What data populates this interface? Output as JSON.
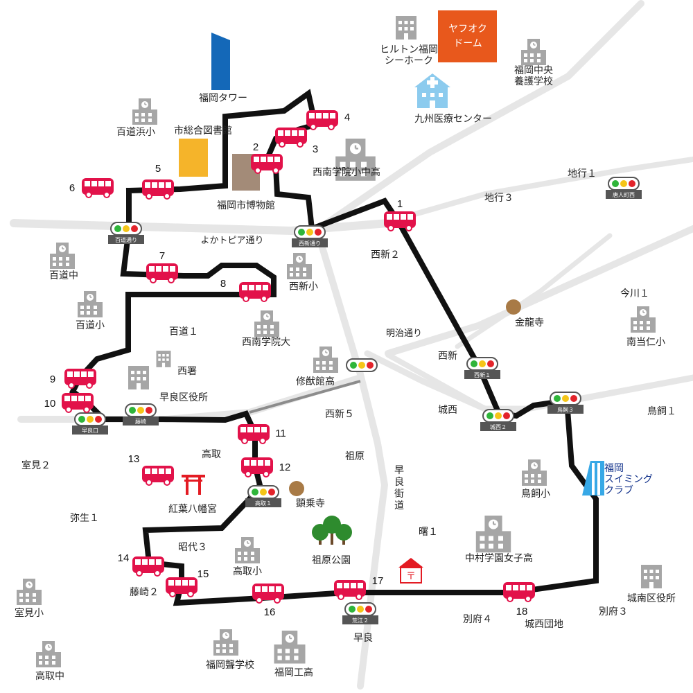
{
  "colors": {
    "route": "#111111",
    "bus": "#e2124a",
    "road": "#e6e6e6",
    "building": "#a6a6a6",
    "tower": "#1468b8",
    "dome": "#e8581c",
    "library": "#f5b42a",
    "museum": "#a38b78",
    "hospital": "#8ccbee",
    "temple": "#a87a46",
    "park": "#2e8b2e",
    "shrine": "#e31b23",
    "pool": "#37a8e6",
    "pool_text": "#10308a",
    "signal_light_green": "#2fb53a",
    "signal_light_yellow": "#f5c518",
    "signal_light_red": "#e3242b"
  },
  "landmarks": {
    "fukuoka_tower": "福岡タワー",
    "yafuoku_dome_line1": "ヤフオク",
    "yafuoku_dome_line2": "ドーム",
    "hilton_line1": "ヒルトン福岡",
    "hilton_line2": "シーホーク",
    "chuo_yogo_line1": "福岡中央",
    "chuo_yogo_line2": "養護学校",
    "kyushu_medical": "九州医療センター",
    "momochihama_elem": "百道浜小",
    "city_library": "市総合図書館",
    "city_museum": "福岡市博物館",
    "seinan_elem_junior": "西南学院小中高",
    "momochi_junior": "百道中",
    "momochi_elem": "百道小",
    "nishijin_elem": "西新小",
    "seinan_university": "西南学院大",
    "shuyukan": "修猷館高",
    "sawara_ward_office": "早良区役所",
    "nishisho": "西署",
    "kinryuji": "金龍寺",
    "minami_tojin_elem": "南当仁小",
    "torikai_elem": "鳥飼小",
    "swimming_line1": "福岡",
    "swimming_line2": "スイミング",
    "swimming_line3": "クラブ",
    "kenjoji": "顕乗寺",
    "momiji_hachimangu": "紅葉八幡宮",
    "sohara_park": "祖原公園",
    "takatori_elem": "高取小",
    "nakamura_gakuen": "中村学園女子高",
    "johnan_ward_office": "城南区役所",
    "muromi_elem": "室見小",
    "takatori_junior": "高取中",
    "fukuoka_deaf_school": "福岡聾学校",
    "fukuoka_tech_high": "福岡工高"
  },
  "areas": {
    "jigyo1": "地行１",
    "jigyo3": "地行３",
    "nishijin2": "西新２",
    "imagawa1": "今川１",
    "momochi1": "百道１",
    "nishijin": "西新",
    "josei": "城西",
    "torikai1": "鳥飼１",
    "nishijin5": "西新５",
    "takatori": "高取",
    "sohara": "祖原",
    "muromi2": "室見２",
    "yayoi1": "弥生１",
    "shodai3": "昭代３",
    "akebono1": "曙１",
    "fujisaki2": "藤崎２",
    "befu4": "別府４",
    "josei_danchi": "城西団地",
    "befu3": "別府３",
    "sawara": "早良"
  },
  "roads": {
    "yokatopia": "よかトピア通り",
    "meiji": "明治通り",
    "sawara_kaido_line1": "早",
    "sawara_kaido_line2": "良",
    "sawara_kaido_line3": "街",
    "sawara_kaido_line4": "道"
  },
  "signals": {
    "tojinmachi_nishi": "唐人町西",
    "momochi_dori": "百道通り",
    "nishijin_dori": "西新通り",
    "nishijin1": "西新１",
    "josei2": "城西２",
    "torikai3": "鳥飼３",
    "sawaraguchi": "早良口",
    "fujisaki": "藤崎",
    "takatori1": "高取１",
    "arae2": "荒江２"
  },
  "stops": [
    "1",
    "2",
    "3",
    "4",
    "5",
    "6",
    "7",
    "8",
    "9",
    "10",
    "11",
    "12",
    "13",
    "14",
    "15",
    "16",
    "17",
    "18"
  ]
}
